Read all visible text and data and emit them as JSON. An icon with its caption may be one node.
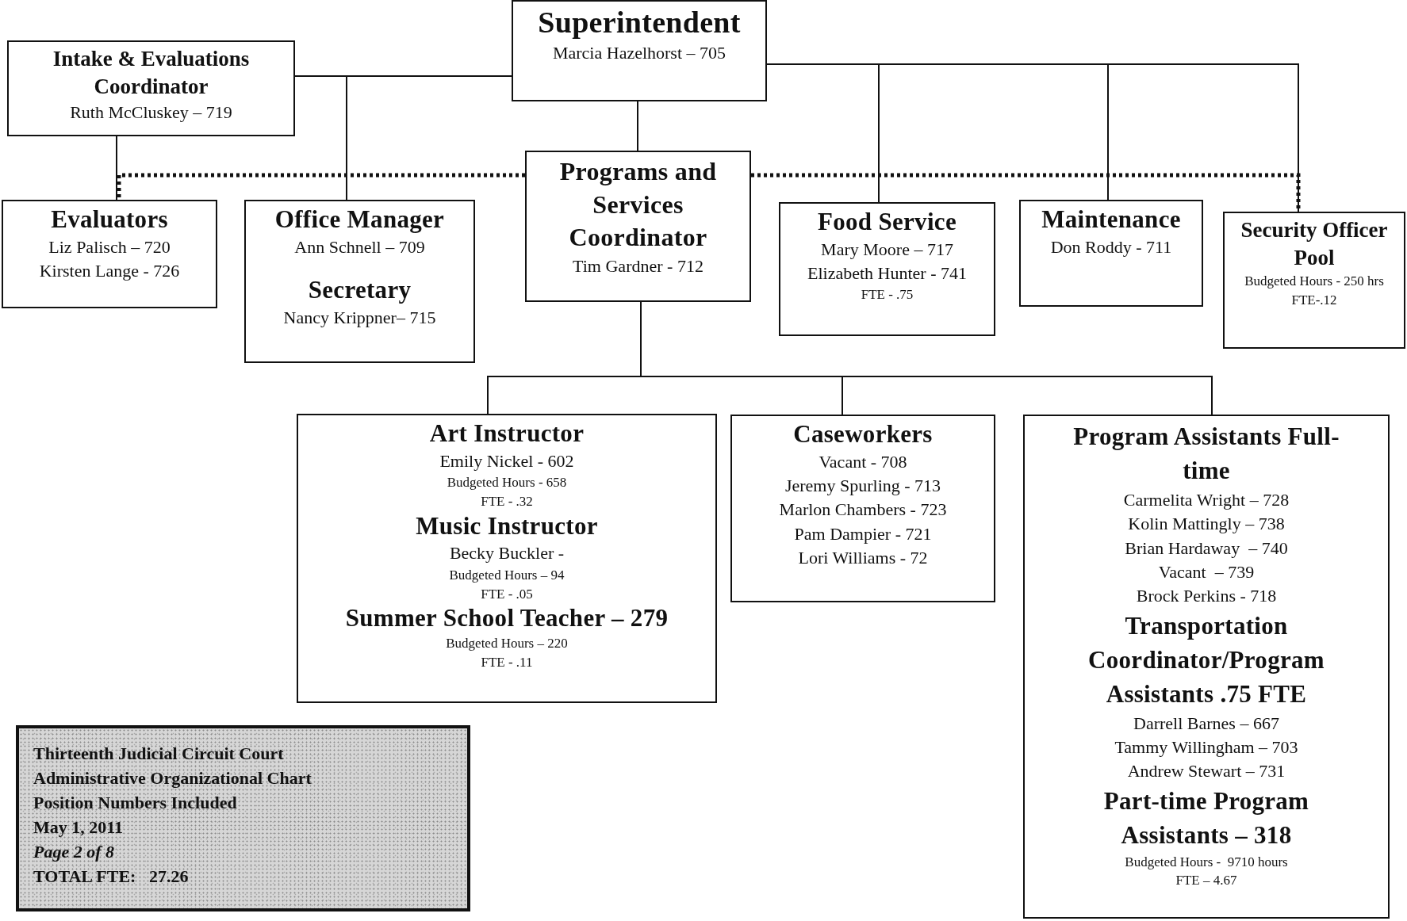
{
  "diagram": {
    "nodes": [
      {
        "text": [
          "Superintendent",
          "Marcia Hazelhorst – 705"
        ]
      },
      {
        "text": [
          "Intake & Evaluations Coordinator",
          "Ruth McCluskey – 719"
        ]
      },
      {
        "text": [
          "Evaluators",
          "Liz Palisch – 720",
          "Kirsten Lange - 726"
        ]
      },
      {
        "text": [
          "Office Manager",
          "Ann Schnell – 709",
          "Secretary",
          "Nancy Krippner– 715"
        ]
      },
      {
        "text": [
          "Programs and Services Coordinator",
          "Tim Gardner - 712"
        ]
      },
      {
        "text": [
          "Food Service",
          "Mary Moore – 717",
          "Elizabeth Hunter - 741",
          "FTE - .75"
        ]
      },
      {
        "text": [
          "Maintenance",
          "Don Roddy - 711"
        ]
      },
      {
        "text": [
          "Security Officer Pool",
          "Budgeted Hours - 250 hrs",
          "FTE-.12"
        ]
      },
      {
        "text": [
          "Art Instructor",
          "Emily Nickel - 602",
          "Budgeted Hours - 658",
          "FTE - .32",
          "Music Instructor",
          "Becky Buckler -",
          "Budgeted Hours – 94",
          "FTE - .05",
          "Summer School Teacher – 279",
          "Budgeted Hours – 220",
          "FTE - .11"
        ]
      },
      {
        "text": [
          "Caseworkers",
          "Vacant - 708",
          "Jeremy Spurling - 713",
          "Marlon Chambers - 723",
          "Pam Dampier - 721",
          "Lori Williams - 72"
        ]
      },
      {
        "text": [
          "Program Assistants Full-time",
          "Carmelita Wright – 728",
          "Kolin Mattingly – 738",
          "Brian Hardaway  – 740",
          "Vacant  – 739",
          "Brock Perkins - 718",
          "Transportation Coordinator/Program Assistants .75 FTE",
          "Darrell Barnes – 667",
          "Tammy Willingham – 703",
          "Andrew Stewart – 731",
          "Part-time Program Assistants – 318",
          "Budgeted Hours -  9710 hours",
          "FTE – 4.67"
        ]
      }
    ],
    "edges": [
      {
        "from": 0,
        "to": 1,
        "arrow": "none"
      },
      {
        "from": 0,
        "to": 3,
        "arrow": "none"
      },
      {
        "from": 1,
        "to": 2,
        "arrow": "none"
      },
      {
        "from": 0,
        "to": 4,
        "arrow": "none"
      },
      {
        "from": 0,
        "to": 5,
        "arrow": "none"
      },
      {
        "from": 0,
        "to": 6,
        "arrow": "none"
      },
      {
        "from": 0,
        "to": 7,
        "arrow": "none"
      },
      {
        "from": 4,
        "to": 8,
        "arrow": "none"
      },
      {
        "from": 4,
        "to": 9,
        "arrow": "none"
      },
      {
        "from": 4,
        "to": 10,
        "arrow": "none"
      },
      {
        "from": 4,
        "to": 2,
        "arrow": "none",
        "style": "dashed"
      },
      {
        "from": 4,
        "to": 7,
        "arrow": "none",
        "style": "dashed"
      }
    ],
    "labels": [
      "Thirteenth Judicial Circuit Court",
      "Administrative Organizational Chart",
      "Position Numbers Included",
      "May 1, 2011",
      "Page 2 of 8",
      "TOTAL FTE:   27.26"
    ]
  }
}
